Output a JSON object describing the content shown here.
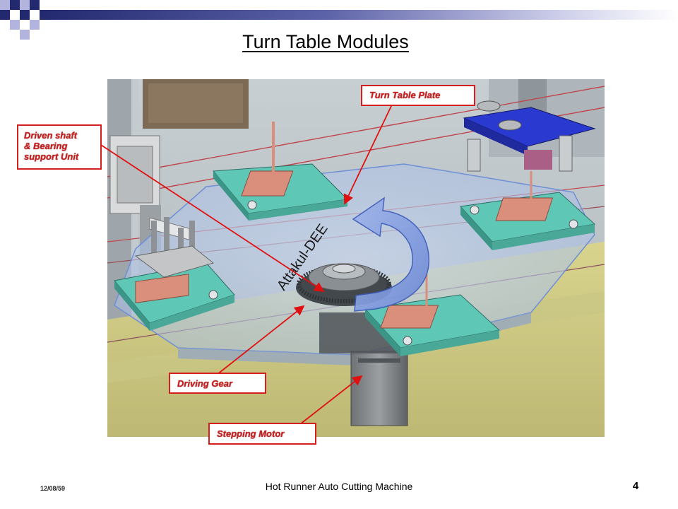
{
  "slide": {
    "title": "Turn Table  Modules",
    "watermark": "Attakul-DEE",
    "footer": {
      "date": "12/08/59",
      "title": "Hot Runner Auto Cutting Machine",
      "page_number": "4"
    }
  },
  "callouts": {
    "turn_table_plate": "Turn Table Plate",
    "driven_shaft_line1": "Driven shaft",
    "driven_shaft_line2": "& Bearing",
    "driven_shaft_line3": "support Unit",
    "driving_gear": "Driving Gear",
    "stepping_motor": "Stepping Motor"
  },
  "colors": {
    "callout_red": "#c81e1e",
    "accent_navy": "#1f2a78",
    "accent_lavender": "#b8b9df",
    "rotation_arrow": "#8ea6e0",
    "fixture_teal": "#5fc7b5",
    "fixture_copper": "#d98f7c",
    "clamp_blue": "#2a3ad1"
  }
}
